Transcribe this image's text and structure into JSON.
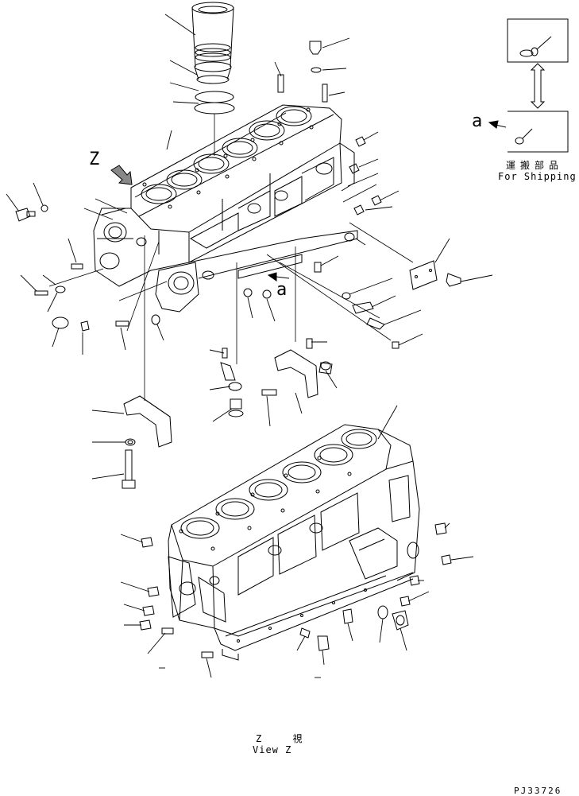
{
  "labels": {
    "view_direction": "Z",
    "detail_ref_upper": "a",
    "detail_ref_lower": "a",
    "shipping_parts_jp": "運搬部品",
    "shipping_parts_en": "For Shipping",
    "view_caption_jp": "Z 視",
    "view_caption_en": "View Z",
    "drawing_code": "PJ33726"
  }
}
